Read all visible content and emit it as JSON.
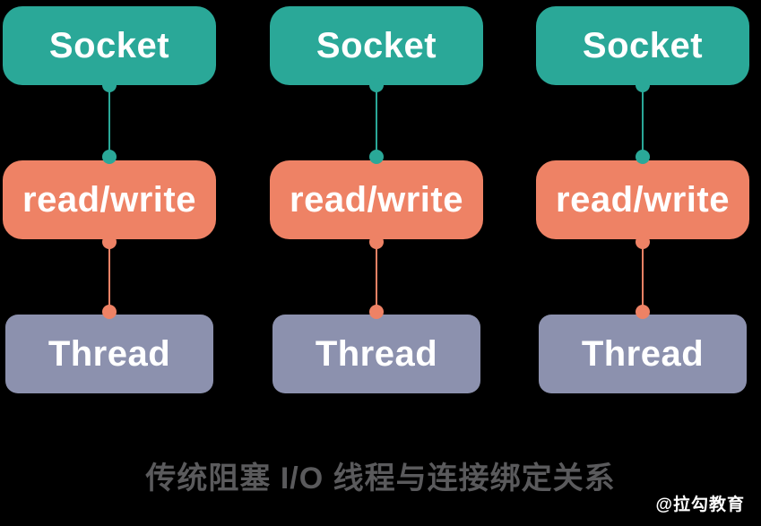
{
  "diagram": {
    "title_caption": "传统阻塞 I/O 线程与连接绑定关系",
    "watermark": "@拉勾教育",
    "columns": [
      {
        "socket_label": "Socket",
        "readwrite_label": "read/write",
        "thread_label": "Thread"
      },
      {
        "socket_label": "Socket",
        "readwrite_label": "read/write",
        "thread_label": "Thread"
      },
      {
        "socket_label": "Socket",
        "readwrite_label": "read/write",
        "thread_label": "Thread"
      }
    ],
    "colors": {
      "background": "#000000",
      "socket_box": "#2aa898",
      "readwrite_box": "#ee8265",
      "thread_box": "#8c91ae",
      "box_text": "#ffffff",
      "caption_text": "#5a5a5c",
      "watermark_text": "#ffffff"
    }
  }
}
